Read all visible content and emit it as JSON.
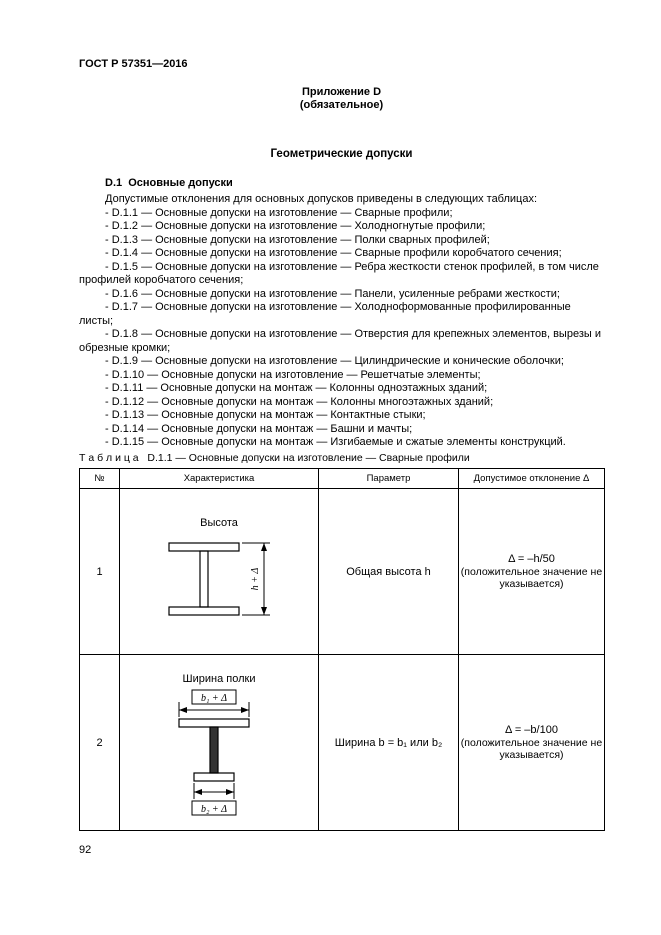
{
  "page": {
    "doc_number": "ГОСТ Р 57351—2016",
    "page_number": "92"
  },
  "appendix": {
    "title": "Приложение D",
    "subtitle": "(обязательное)",
    "heading": "Геометрические допуски"
  },
  "section": {
    "title": "D.1  Основные допуски",
    "intro": "Допустимые отклонения для основных допусков приведены в следующих таблицах:",
    "items": [
      "- D.1.1 — Основные допуски на изготовление — Сварные профили;",
      "- D.1.2 — Основные допуски на изготовление — Холодногнутые профили;",
      "- D.1.3 — Основные допуски на изготовление — Полки сварных профилей;",
      "- D.1.4 — Основные допуски на изготовление — Сварные профили коробчатого сечения;",
      "- D.1.5 — Основные допуски на изготовление — Ребра жесткости стенок профилей, в том числе профилей коробчатого сечения;",
      "- D.1.6 — Основные допуски на изготовление — Панели, усиленные ребрами жесткости;",
      "- D.1.7 — Основные допуски на изготовление — Холодноформованные профилированные листы;",
      "- D.1.8 — Основные допуски на изготовление — Отверстия для крепежных элементов, вырезы и обрезные кромки;",
      "- D.1.9 — Основные допуски на изготовление — Цилиндрические и конические оболочки;",
      "- D.1.10 — Основные допуски на изготовление — Решетчатые элементы;",
      "- D.1.11 — Основные допуски на монтаж — Колонны одноэтажных зданий;",
      "- D.1.12 — Основные допуски на монтаж — Колонны многоэтажных зданий;",
      "- D.1.13 — Основные допуски на монтаж — Контактные стыки;",
      "- D.1.14 — Основные допуски на монтаж — Башни и мачты;",
      "- D.1.15 — Основные допуски на монтаж — Изгибаемые и сжатые элементы конструкций."
    ]
  },
  "table": {
    "caption": "Т а б л и ц а   D.1.1 — Основные допуски на изготовление — Сварные профили",
    "headers": [
      "№",
      "Характеристика",
      "Параметр",
      "Допустимое отклонение Δ"
    ],
    "rows": [
      {
        "num": "1",
        "label": "Высота",
        "dim_label": "h + Δ",
        "parameter": "Общая высота h",
        "tolerance": "Δ = –h/50",
        "note": "(положительное значение не указывается)"
      },
      {
        "num": "2",
        "label": "Ширина полки",
        "dim_label_top": "b₁ + Δ",
        "dim_label_bottom": "b₂ + Δ",
        "parameter": "Ширина b = b₁ или b₂",
        "tolerance": "Δ = –b/100",
        "note": "(положительное значение не указывается)"
      }
    ]
  }
}
